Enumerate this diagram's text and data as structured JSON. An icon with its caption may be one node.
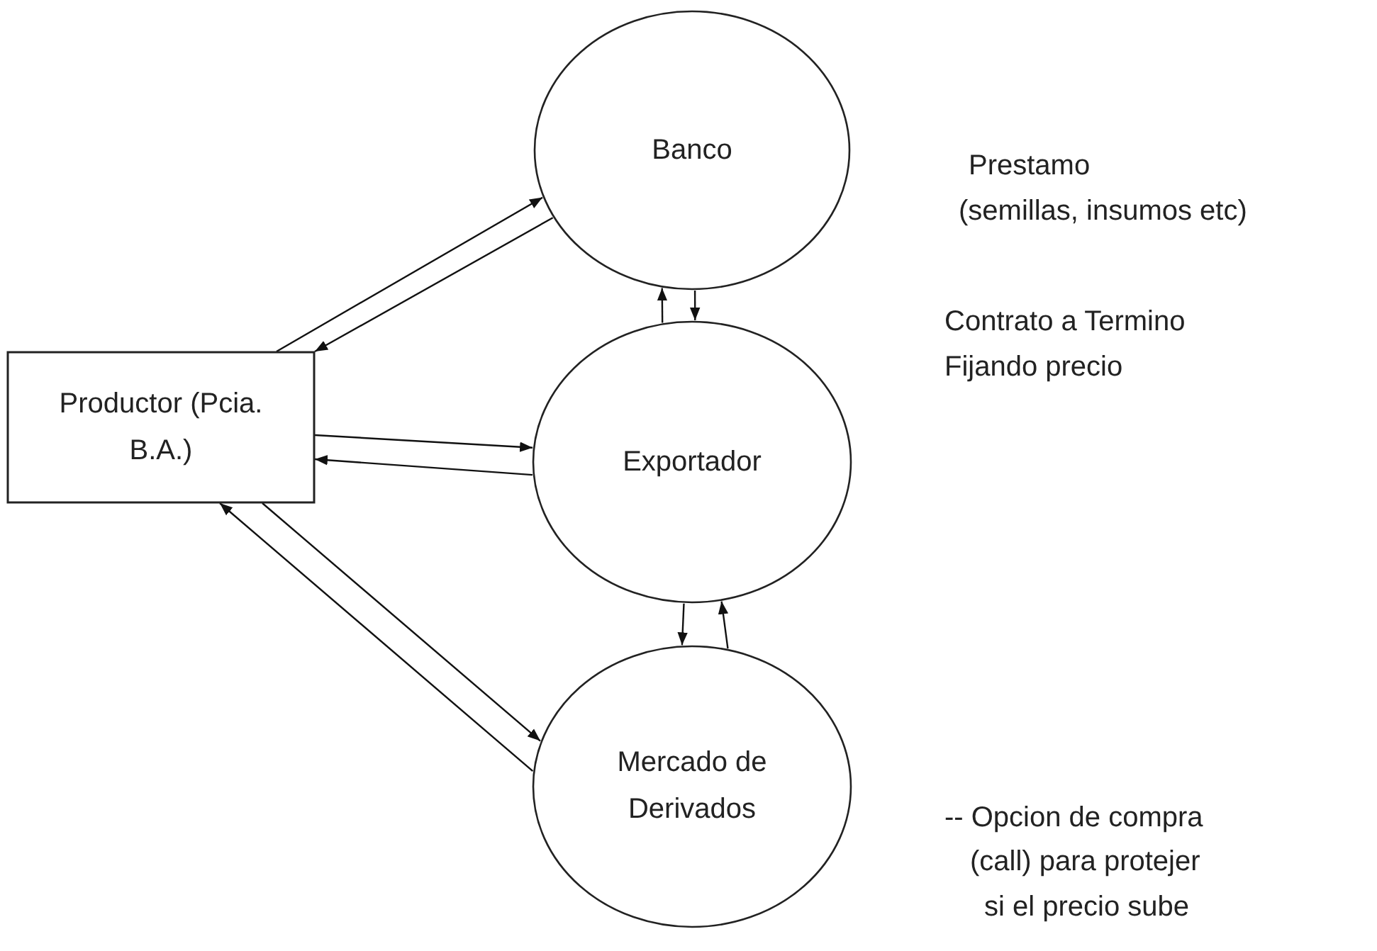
{
  "diagram": {
    "nodes": [
      {
        "text": [
          "Productor (Pcia. B.A.)"
        ]
      },
      {
        "text": [
          "Banco"
        ]
      },
      {
        "text": [
          "Exportador"
        ]
      },
      {
        "text": [
          "Mercado de Derivados"
        ]
      }
    ],
    "edges": [
      {
        "from": 0,
        "to": 1,
        "arrow": "to"
      },
      {
        "from": 1,
        "to": 0,
        "arrow": "to"
      },
      {
        "from": 0,
        "to": 2,
        "arrow": "to"
      },
      {
        "from": 2,
        "to": 0,
        "arrow": "to"
      },
      {
        "from": 2,
        "to": 1,
        "arrow": "to"
      },
      {
        "from": 1,
        "to": 2,
        "arrow": "to"
      },
      {
        "from": 2,
        "to": 3,
        "arrow": "to"
      },
      {
        "from": 3,
        "to": 2,
        "arrow": "to"
      },
      {
        "from": 0,
        "to": 3,
        "arrow": "to"
      },
      {
        "from": 3,
        "to": 0,
        "arrow": "to"
      }
    ],
    "labels": [
      "Prestamo",
      "(semillas, insumos etc)",
      "Contrato a Termino",
      "Fijando precio",
      "-- Opcion de compra",
      "(call) para protejer",
      "si el precio sube"
    ]
  }
}
